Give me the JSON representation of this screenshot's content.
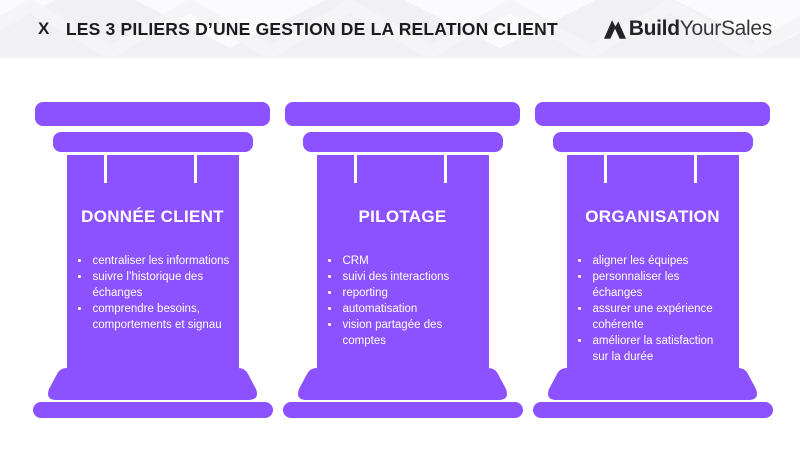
{
  "colors": {
    "accent": "#8C52FF",
    "title_text": "#1c1c1e",
    "pillar_text": "#ffffff",
    "pattern_gray": "#f1f1f5",
    "background": "#ffffff"
  },
  "header": {
    "marker": "X",
    "title": "LES 3 PILIERS D’UNE GESTION DE LA RELATION CLIENT",
    "logo": {
      "icon": "mountain-icon",
      "bold_part": "Build",
      "light_part": "YourSales"
    }
  },
  "pillars": [
    {
      "title": "DONNÉE CLIENT",
      "bullets": [
        "centraliser les informations",
        "suivre l’historique des échanges",
        "comprendre besoins, comportements et signau"
      ]
    },
    {
      "title": "PILOTAGE",
      "bullets": [
        "CRM",
        "suivi des interactions",
        "reporting",
        "automatisation",
        "vision partagée des comptes"
      ]
    },
    {
      "title": "ORGANISATION",
      "bullets": [
        "aligner les équipes",
        "personnaliser les échanges",
        "assurer une expérience cohérente",
        "améliorer la satisfaction sur la durée"
      ]
    }
  ]
}
